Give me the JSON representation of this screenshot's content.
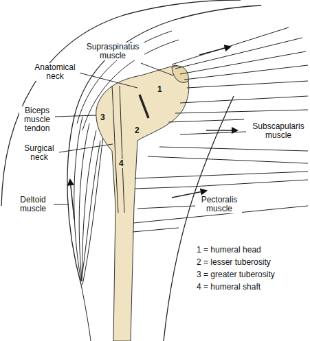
{
  "diagram": {
    "labels": [
      "Supraspinatus muscle",
      "Anatomical neck",
      "Biceps muscle tendon",
      "Surgical neck",
      "Deltoid muscle",
      "Subscapularis muscle",
      "Pectoralis muscle",
      "1",
      "2",
      "3",
      "4",
      "1 = humeral head",
      "2 = lesser tuberosity",
      "3 = greater tuberosity",
      "4 = humeral shaft"
    ]
  }
}
